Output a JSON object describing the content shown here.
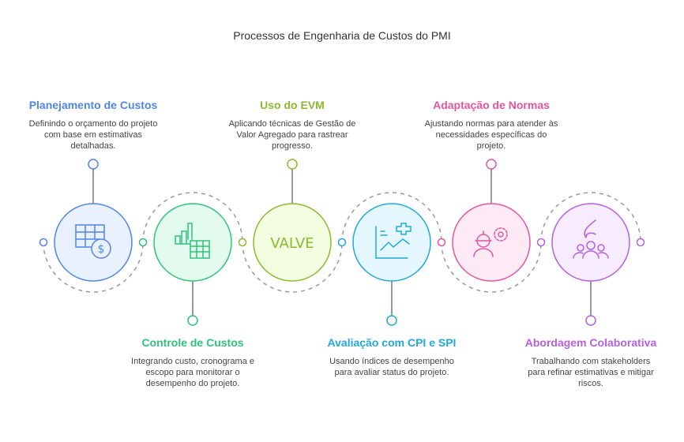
{
  "title": "Processos de Engenharia de Custos do PMI",
  "steps": [
    {
      "title": "Planejamento de Custos",
      "desc": "Definindo o orçamento do projeto com base em estimativas detalhadas.",
      "color": "#4f86e8",
      "fill": "#eaf1fe",
      "icon": "budget-table-dollar-icon"
    },
    {
      "title": "Controle de Custos",
      "desc": "Integrando custo, cronograma e escopo para monitorar o desempenho do projeto.",
      "color": "#2fc27a",
      "fill": "#e3fbef",
      "icon": "bar-chart-table-icon"
    },
    {
      "title": "Uso do EVM",
      "desc": "Aplicando técnicas de Gestão de Valor Agregado para rastrear progresso.",
      "color": "#8bbb2c",
      "fill": "#f3fde0",
      "icon": "value-icon",
      "icon_text": "VALVE"
    },
    {
      "title": "Avaliação com CPI e SPI",
      "desc": "Usando índices de desempenho para avaliar status do projeto.",
      "color": "#22a9dc",
      "fill": "#e5f7fe",
      "icon": "performance-chart-icon"
    },
    {
      "title": "Adaptação de Normas",
      "desc": "Ajustando normas para atender às necessidades específicas do projeto.",
      "color": "#e4559f",
      "fill": "#fdeaf4",
      "icon": "engineer-gear-icon"
    },
    {
      "title": "Abordagem Colaborativa",
      "desc": "Trabalhando com stakeholders para refinar estimativas e mitigar riscos.",
      "color": "#b560e3",
      "fill": "#f7ebfe",
      "icon": "team-hand-icon"
    }
  ]
}
